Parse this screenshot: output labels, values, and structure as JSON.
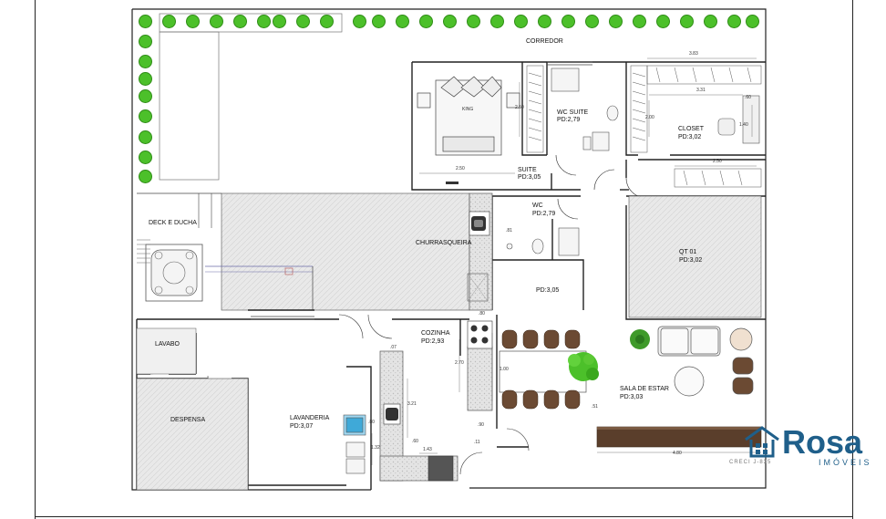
{
  "rooms": {
    "corredor": "CORREDOR",
    "king": "KING",
    "wc_suite": "WC SUITE",
    "wc_suite_pd": "PD:2,79",
    "closet": "CLOSET",
    "closet_pd": "PD:3,02",
    "suite": "SUITE",
    "suite_pd": "PD:3,05",
    "deck": "DECK E DUCHA",
    "churrasqueira": "CHURRASQUEIRA",
    "wc": "WC",
    "wc_pd": "PD:2,79",
    "qt01": "QT 01",
    "qt01_pd": "PD:3,02",
    "hall_pd": "PD:3,05",
    "lavabo": "LAVABO",
    "despensa": "DESPENSA",
    "lavanderia": "LAVANDERIA",
    "lavanderia_pd": "PD:3,07",
    "cozinha": "COZINHA",
    "cozinha_pd": "PD:2,93",
    "sala": "SALA DE ESTAR",
    "sala_pd": "PD:3,03"
  },
  "dimensions": {
    "d383": "3.83",
    "d331": "3.31",
    "d060a": ".60",
    "d140": "1.40",
    "d250a": "2.50",
    "d250b": "2.50",
    "d250c": "2.50",
    "d200": "2.00",
    "d081": ".81",
    "d080": ".80",
    "d270": "2.70",
    "d100": "1.00",
    "d321": "3.21",
    "d060b": ".60",
    "d143": "1.43",
    "d132": "1.32",
    "d051": ".51",
    "d480": "4.80",
    "d311": ".11",
    "d090": ".90",
    "d080b": ".80",
    "d07": ".07"
  },
  "logo": {
    "brand": "Rosa",
    "sub": "IMÓVEIS",
    "creci": "CRECI J-835"
  },
  "colors": {
    "tree": "#4cc02a",
    "wall": "#222222",
    "deck": "#e6e6e6",
    "brand": "#1f5f8a",
    "wood": "#5a3e2b"
  }
}
